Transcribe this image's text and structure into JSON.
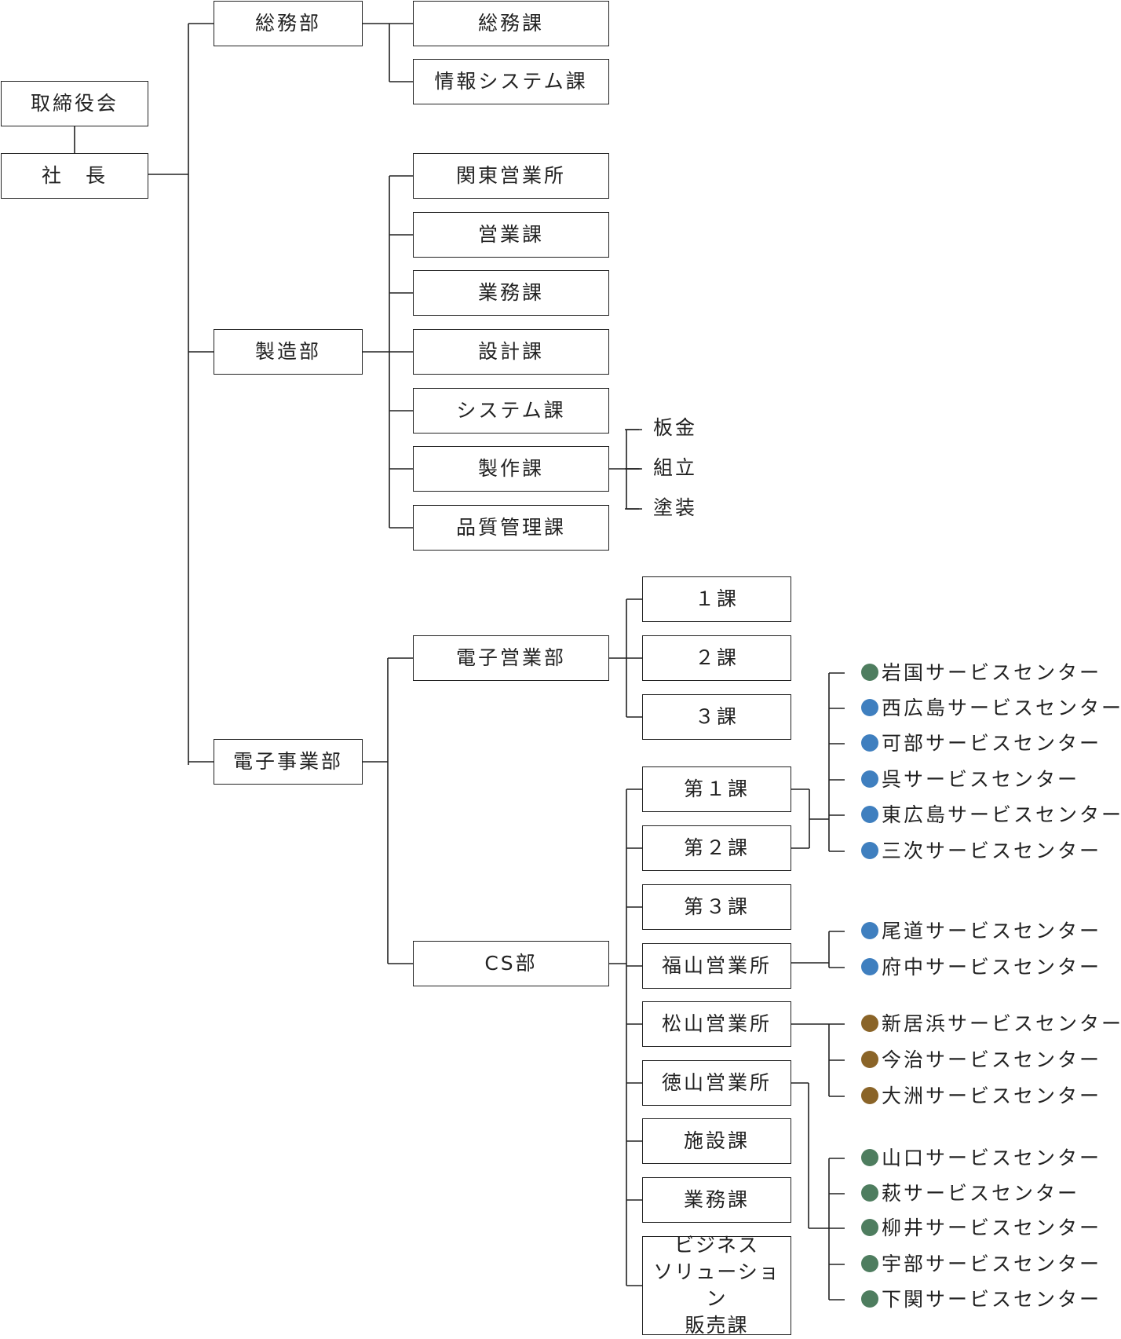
{
  "nodes": {
    "board": "取締役会",
    "president": "社　長",
    "soumu_bu": "総務部",
    "soumu_ka": "総務課",
    "joho_ka": "情報システム課",
    "seizo_bu": "製造部",
    "kanto": "関東営業所",
    "eigyo_ka": "営業課",
    "gyomu_ka1": "業務課",
    "sekkei_ka": "設計課",
    "system_ka": "システム課",
    "seisaku_ka": "製作課",
    "hinshitsu_ka": "品質管理課",
    "denshi_bu": "電子事業部",
    "denshi_eigyo_bu": "電子営業部",
    "ka1": "１課",
    "ka2": "２課",
    "ka3": "３課",
    "cs_bu": "CS部",
    "dai1": "第１課",
    "dai2": "第２課",
    "dai3": "第３課",
    "fukuyama": "福山営業所",
    "matsuyama": "松山営業所",
    "tokuyama": "徳山営業所",
    "shisetsu": "施設課",
    "gyomu_ka2": "業務課",
    "business": "ビジネス\nソリューション\n販売課"
  },
  "seisaku_sub": [
    "板金",
    "組立",
    "塗装"
  ],
  "colors": {
    "green": "#4e7d5f",
    "blue": "#3f7fbf",
    "brown": "#8a6428",
    "line": "#222222"
  },
  "centers": {
    "hiroshima": [
      {
        "name": "岩国サービスセンター",
        "dot": "green"
      },
      {
        "name": "西広島サービスセンター",
        "dot": "blue"
      },
      {
        "name": "可部サービスセンター",
        "dot": "blue"
      },
      {
        "name": "呉サービスセンター",
        "dot": "blue"
      },
      {
        "name": "東広島サービスセンター",
        "dot": "blue"
      },
      {
        "name": "三次サービスセンター",
        "dot": "blue"
      }
    ],
    "fukuyama": [
      {
        "name": "尾道サービスセンター",
        "dot": "blue"
      },
      {
        "name": "府中サービスセンター",
        "dot": "blue"
      }
    ],
    "matsuyama": [
      {
        "name": "新居浜サービスセンター",
        "dot": "brown"
      },
      {
        "name": "今治サービスセンター",
        "dot": "brown"
      },
      {
        "name": "大洲サービスセンター",
        "dot": "brown"
      }
    ],
    "tokuyama": [
      {
        "name": "山口サービスセンター",
        "dot": "green"
      },
      {
        "name": "萩サービスセンター",
        "dot": "green"
      },
      {
        "name": "柳井サービスセンター",
        "dot": "green"
      },
      {
        "name": "宇部サービスセンター",
        "dot": "green"
      },
      {
        "name": "下関サービスセンター",
        "dot": "green"
      }
    ]
  }
}
